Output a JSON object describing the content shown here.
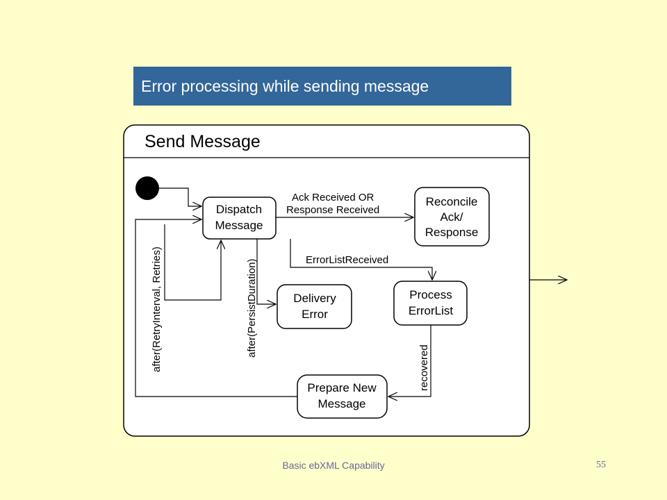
{
  "slide": {
    "title": "Error processing while sending message",
    "footer": "Basic ebXML Capability",
    "page_number": "55"
  },
  "diagram": {
    "frame_title": "Send Message",
    "states": {
      "dispatch": [
        "Dispatch",
        "Message"
      ],
      "reconcile": [
        "Reconcile",
        "Ack/",
        "Response"
      ],
      "delivery_error": [
        "Delivery",
        "Error"
      ],
      "process_error_list": [
        "Process",
        "ErrorList"
      ],
      "prepare_new": [
        "Prepare New",
        "Message"
      ]
    },
    "transitions": {
      "ack_received": [
        "Ack Received OR",
        "Response Received"
      ],
      "error_list_received": "ErrorListReceived",
      "retry": "after(RetryInterval, Retries)",
      "persist": "after(PersistDuration)",
      "recovered": "recovered"
    }
  }
}
